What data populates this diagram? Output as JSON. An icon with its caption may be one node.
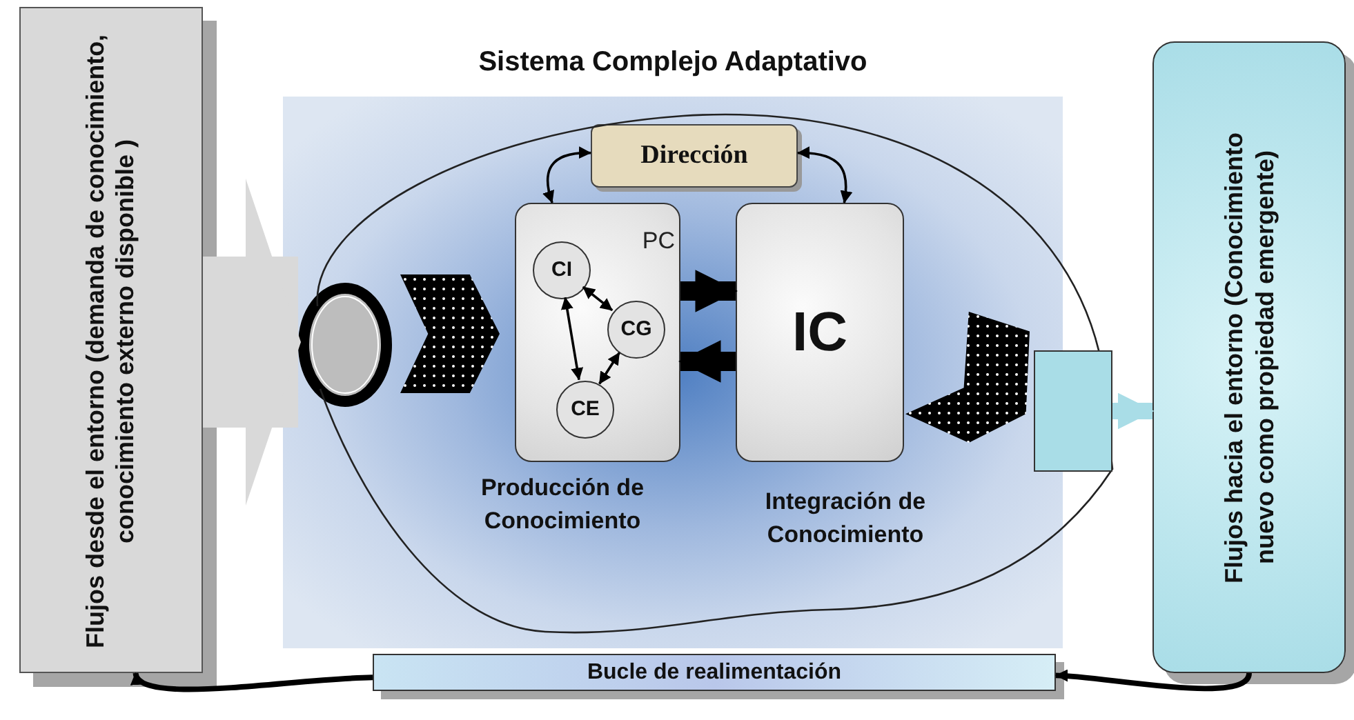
{
  "diagram": {
    "nodes": [
      {
        "text": [
          "Flujos desde el entorno (demanda de conocimiento, conocimiento externo disponible )"
        ]
      },
      {
        "text": [
          "Sistema Complejo Adaptativo"
        ]
      },
      {
        "text": [
          "Dirección"
        ],
        "in": 1
      },
      {
        "text": [
          "PC"
        ],
        "beside": [
          "Producción de Conocimiento"
        ],
        "in": 1
      },
      {
        "text": [
          "CI"
        ],
        "in": 3
      },
      {
        "text": [
          "CG"
        ],
        "in": 3
      },
      {
        "text": [
          "CE"
        ],
        "in": 3
      },
      {
        "text": [
          "IC"
        ],
        "beside": [
          "Integración de Conocimiento"
        ],
        "in": 1
      },
      {
        "text": [
          "Flujos hacia el entorno (Conocimiento nuevo como propiedad emergente)"
        ]
      },
      {
        "text": [
          "Bucle de realimentación"
        ]
      },
      {
        "text": [],
        "shape": "circle",
        "in": 1
      },
      {
        "text": [],
        "shape": "chevron",
        "in": 1
      },
      {
        "text": [],
        "shape": "polygon",
        "in": 1
      },
      {
        "text": [],
        "shape": "box"
      }
    ],
    "edges": [
      {
        "from": 2,
        "to": 3,
        "arrow": "both"
      },
      {
        "from": 2,
        "to": 7,
        "arrow": "both"
      },
      {
        "from": 4,
        "to": 5,
        "arrow": "both"
      },
      {
        "from": 4,
        "to": 6,
        "arrow": "both"
      },
      {
        "from": 6,
        "to": 5,
        "arrow": "both"
      },
      {
        "from": 3,
        "to": 7,
        "arrow": "to",
        "style": "thick"
      },
      {
        "from": 7,
        "to": 3,
        "arrow": "to",
        "style": "thick"
      },
      {
        "from": 8,
        "to": 9,
        "arrow": "to"
      },
      {
        "from": 9,
        "to": 0,
        "arrow": "to"
      },
      {
        "from": 13,
        "to": 8,
        "arrow": "to",
        "style": "thick",
        "color": "#a9dde7"
      },
      {
        "from": 0,
        "to": 10,
        "arrow": "to",
        "style": "thick",
        "color": "#d9d9d9"
      }
    ]
  }
}
